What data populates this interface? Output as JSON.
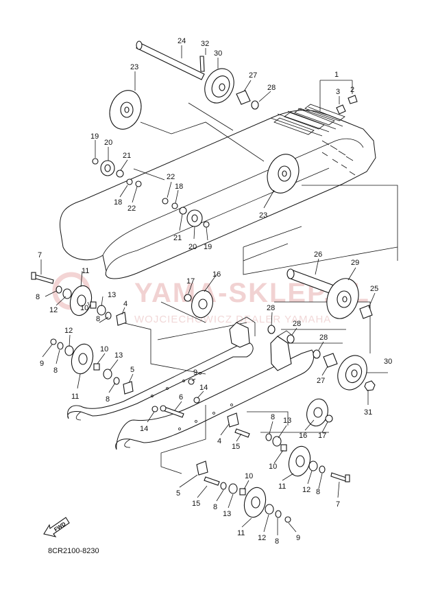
{
  "watermark": {
    "main": "YAMA-SKLEP.PL",
    "sub": "WOJCIECHOWICZ DEALER YAMAHA",
    "color": "#f1d2d2"
  },
  "diagram_code": "8CR2100-8230",
  "fwd_label": "FWD",
  "labels": [
    {
      "id": "l24",
      "text": "24"
    },
    {
      "id": "l32",
      "text": "32"
    },
    {
      "id": "l30a",
      "text": "30"
    },
    {
      "id": "l23a",
      "text": "23"
    },
    {
      "id": "l27a",
      "text": "27"
    },
    {
      "id": "l28a",
      "text": "28"
    },
    {
      "id": "l1",
      "text": "1"
    },
    {
      "id": "l3",
      "text": "3"
    },
    {
      "id": "l2",
      "text": "2"
    },
    {
      "id": "l19a",
      "text": "19"
    },
    {
      "id": "l20a",
      "text": "20"
    },
    {
      "id": "l21a",
      "text": "21"
    },
    {
      "id": "l18a",
      "text": "18"
    },
    {
      "id": "l22a",
      "text": "22"
    },
    {
      "id": "l22b",
      "text": "22"
    },
    {
      "id": "l18b",
      "text": "18"
    },
    {
      "id": "l23b",
      "text": "23"
    },
    {
      "id": "l21b",
      "text": "21"
    },
    {
      "id": "l20b",
      "text": "20"
    },
    {
      "id": "l19b",
      "text": "19"
    },
    {
      "id": "l7a",
      "text": "7"
    },
    {
      "id": "l11a",
      "text": "11"
    },
    {
      "id": "l8a",
      "text": "8"
    },
    {
      "id": "l12a",
      "text": "12"
    },
    {
      "id": "l13a",
      "text": "13"
    },
    {
      "id": "l10a",
      "text": "10"
    },
    {
      "id": "l4a",
      "text": "4"
    },
    {
      "id": "l8b",
      "text": "8"
    },
    {
      "id": "l17a",
      "text": "17"
    },
    {
      "id": "l16a",
      "text": "16"
    },
    {
      "id": "l26",
      "text": "26"
    },
    {
      "id": "l29",
      "text": "29"
    },
    {
      "id": "l25",
      "text": "25"
    },
    {
      "id": "l28b",
      "text": "28"
    },
    {
      "id": "l28c",
      "text": "28"
    },
    {
      "id": "l28d",
      "text": "28"
    },
    {
      "id": "l9a",
      "text": "9"
    },
    {
      "id": "l8c",
      "text": "8"
    },
    {
      "id": "l12b",
      "text": "12"
    },
    {
      "id": "l10b",
      "text": "10"
    },
    {
      "id": "l13b",
      "text": "13"
    },
    {
      "id": "l11b",
      "text": "11"
    },
    {
      "id": "l8d",
      "text": "8"
    },
    {
      "id": "l5a",
      "text": "5"
    },
    {
      "id": "l9b",
      "text": "9"
    },
    {
      "id": "l14a",
      "text": "14"
    },
    {
      "id": "l6",
      "text": "6"
    },
    {
      "id": "l14b",
      "text": "14"
    },
    {
      "id": "l27b",
      "text": "27"
    },
    {
      "id": "l30b",
      "text": "30"
    },
    {
      "id": "l31",
      "text": "31"
    },
    {
      "id": "l8e",
      "text": "8"
    },
    {
      "id": "l13c",
      "text": "13"
    },
    {
      "id": "l16b",
      "text": "16"
    },
    {
      "id": "l17b",
      "text": "17"
    },
    {
      "id": "l4b",
      "text": "4"
    },
    {
      "id": "l15a",
      "text": "15"
    },
    {
      "id": "l10c",
      "text": "10"
    },
    {
      "id": "l11c",
      "text": "11"
    },
    {
      "id": "l12c",
      "text": "12"
    },
    {
      "id": "l8f",
      "text": "8"
    },
    {
      "id": "l7b",
      "text": "7"
    },
    {
      "id": "l10d",
      "text": "10"
    },
    {
      "id": "l5b",
      "text": "5"
    },
    {
      "id": "l15b",
      "text": "15"
    },
    {
      "id": "l8g",
      "text": "8"
    },
    {
      "id": "l13d",
      "text": "13"
    },
    {
      "id": "l11d",
      "text": "11"
    },
    {
      "id": "l12d",
      "text": "12"
    },
    {
      "id": "l8h",
      "text": "8"
    },
    {
      "id": "l9c",
      "text": "9"
    }
  ]
}
